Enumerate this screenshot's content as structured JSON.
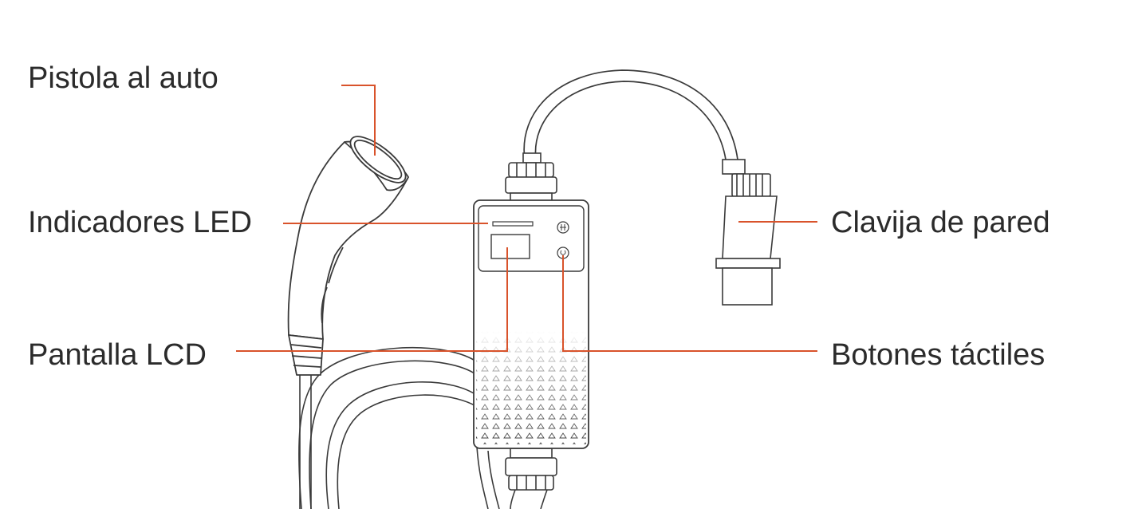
{
  "labels": {
    "pistola": "Pistola al auto",
    "indicadores_led": "Indicadores LED",
    "pantalla_lcd": "Pantalla LCD",
    "clavija": "Clavija de pared",
    "botones": "Botones táctiles"
  },
  "colors": {
    "leader_line": "#d9532b",
    "drawing_stroke": "#3a3a3a",
    "text": "#2b2b2b",
    "background": "#ffffff"
  }
}
